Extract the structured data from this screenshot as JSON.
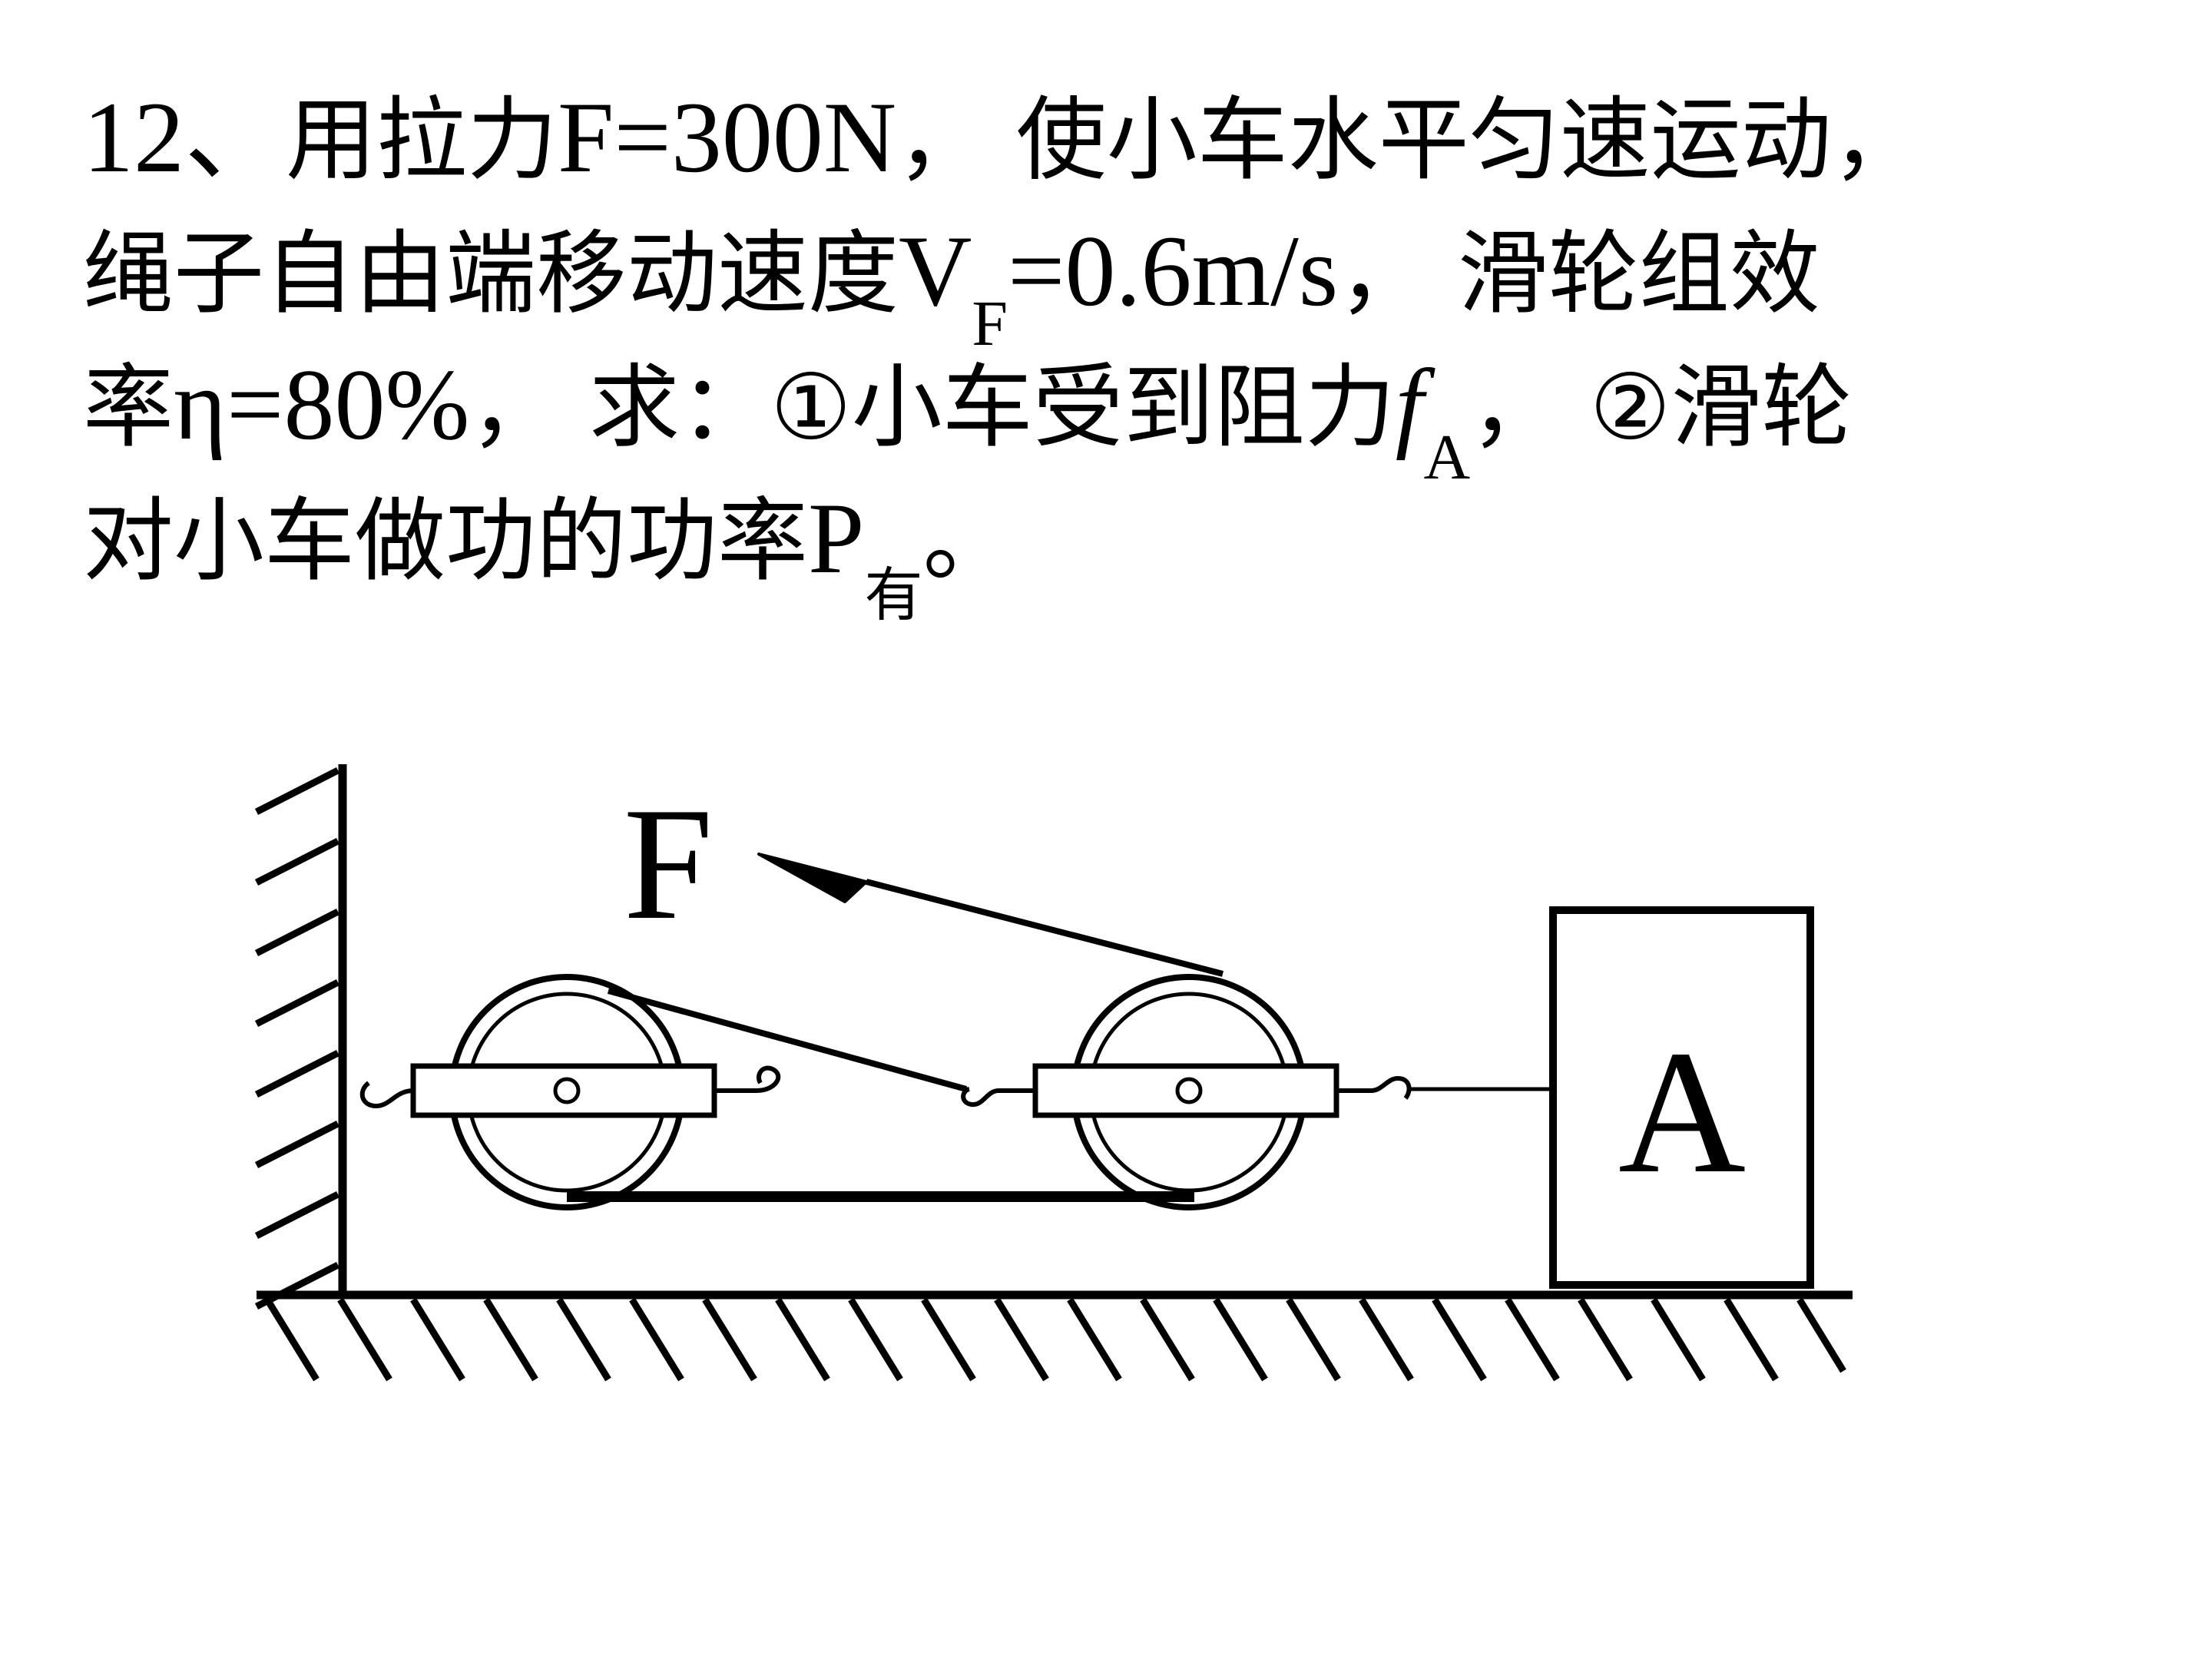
{
  "problem": {
    "line1": {
      "number": "12、",
      "a": "用拉力",
      "force": "F=300N",
      "b": "，  使小车水平匀速运动，"
    },
    "line2": {
      "a": "绳子自由端移动速度",
      "v": "V",
      "v_sub": "F",
      "v_val": "=0.6m/s",
      "b": "，  滑轮组效"
    },
    "line3": {
      "a": "率",
      "eta": "η=80%",
      "b": "，  求：①小车受到阻力",
      "f": "f",
      "f_sub": "A",
      "c": "，  ②滑轮"
    },
    "line4": {
      "a": "对小车做功的功率",
      "p": "P",
      "p_sub": "有",
      "b": "。"
    }
  },
  "figure": {
    "force_label": "F",
    "block_label": "A"
  }
}
